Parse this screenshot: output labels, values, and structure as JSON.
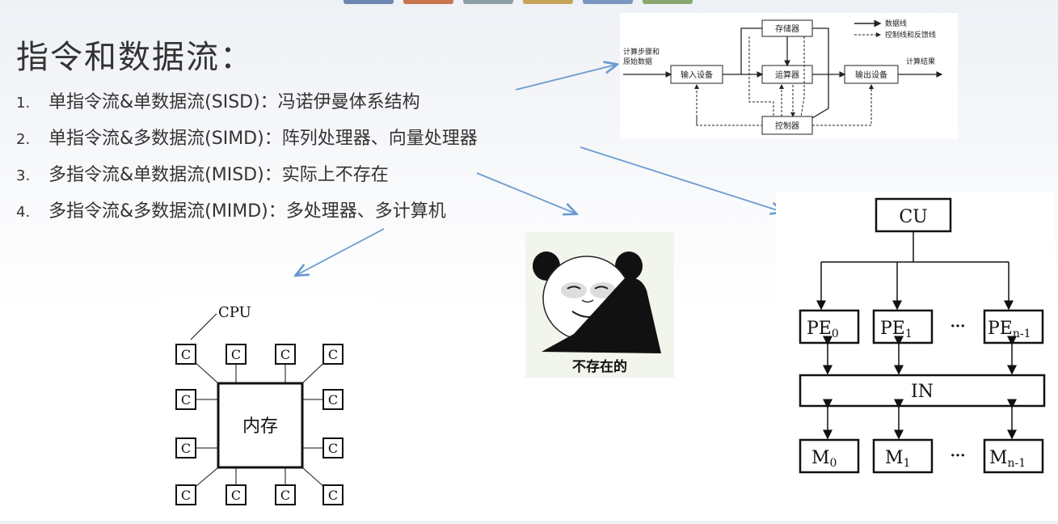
{
  "slide": {
    "title": "指令和数据流：",
    "items": [
      {
        "num": "1.",
        "text": "单指令流&单数据流(SISD)：冯诺伊曼体系结构"
      },
      {
        "num": "2.",
        "text": "单指令流&多数据流(SIMD)：阵列处理器、向量处理器"
      },
      {
        "num": "3.",
        "text": "多指令流&单数据流(MISD)：实际上不存在"
      },
      {
        "num": "4.",
        "text": "多指令流&多数据流(MIMD)：多处理器、多计算机"
      }
    ]
  },
  "von_neumann": {
    "memory": "存储器",
    "input": "输入设备",
    "alu": "运算器",
    "output": "输出设备",
    "control": "控制器",
    "left_label_1": "计算步骤和",
    "left_label_2": "原始数据",
    "right_label": "计算结果",
    "legend_data": "数据线",
    "legend_control": "控制线和反馈线"
  },
  "meme": {
    "caption": "不存在的"
  },
  "simd": {
    "cu": "CU",
    "pe": [
      "PE",
      "PE",
      "PE"
    ],
    "pe_sub": [
      "0",
      "1",
      "n-1"
    ],
    "in": "IN",
    "m": [
      "M",
      "M",
      "M"
    ],
    "m_sub": [
      "0",
      "1",
      "n-1"
    ],
    "dots": "···"
  },
  "mimd": {
    "cpu_label": "CPU",
    "cell_label": "C",
    "memory_label": "内存"
  },
  "colors": {
    "arrow": "#6a9bd0",
    "line": "#222222"
  }
}
